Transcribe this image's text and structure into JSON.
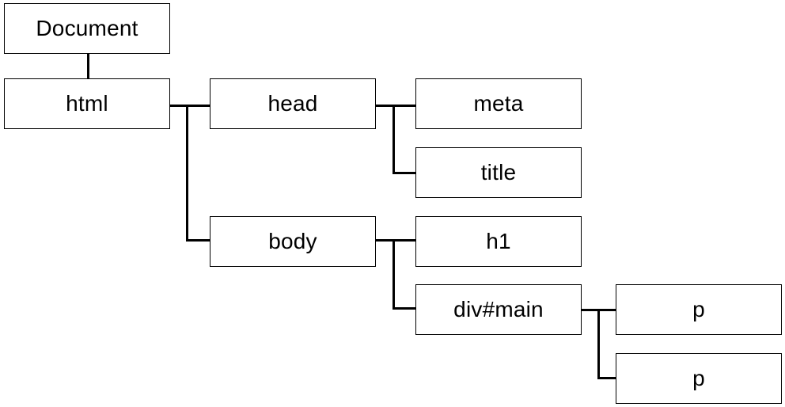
{
  "diagram": {
    "nodes": {
      "document": "Document",
      "html": "html",
      "head": "head",
      "meta": "meta",
      "title": "title",
      "body": "body",
      "h1": "h1",
      "div_main": "div#main",
      "p1": "p",
      "p2": "p"
    },
    "colors": {
      "stroke": "#000000",
      "fill": "#ffffff",
      "text": "#000000"
    }
  }
}
